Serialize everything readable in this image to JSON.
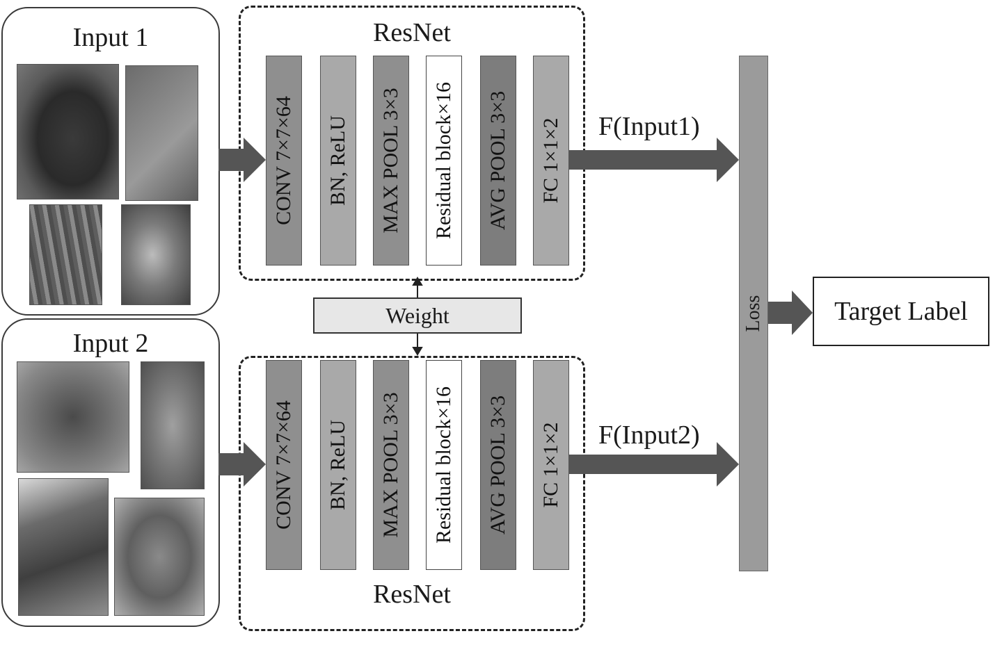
{
  "input1": {
    "title": "Input 1"
  },
  "input2": {
    "title": "Input 2"
  },
  "resnet_top": {
    "title": "ResNet"
  },
  "resnet_bottom": {
    "title": "ResNet"
  },
  "layers_top": [
    "CONV 7×7×64",
    "BN, ReLU",
    "MAX POOL 3×3",
    "Residual block×16",
    "AVG POOL 3×3",
    "FC 1×1×2"
  ],
  "layers_bottom": [
    "CONV 7×7×64",
    "BN, ReLU",
    "MAX POOL 3×3",
    "Residual block×16",
    "AVG POOL 3×3",
    "FC 1×1×2"
  ],
  "weight": "Weight",
  "loss": "Loss",
  "target": "Target Label",
  "f1": "F(Input1)",
  "f2": "F(Input2)",
  "colors": {
    "layer_gray": "#8f8f8f",
    "arrow": "#555555",
    "loss": "#9b9b9b",
    "weight_fill": "#e7e7e7"
  },
  "images": {
    "input1": [
      "leaf-image",
      "leaf-image",
      "leaf-image",
      "leaf-image"
    ],
    "input2": [
      "leaf-image",
      "leaf-image",
      "leaf-image",
      "leaf-image"
    ]
  }
}
